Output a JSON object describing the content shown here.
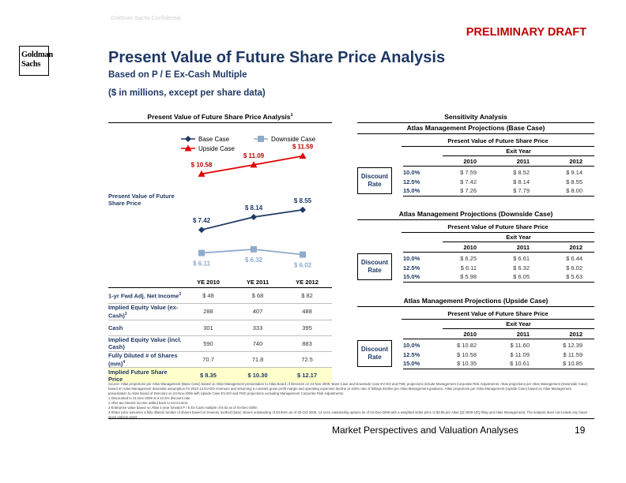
{
  "watermark": "Goldman Sachs Confidential",
  "draft_label": "PRELIMINARY DRAFT",
  "logo": {
    "line1": "Goldman",
    "line2": "Sachs"
  },
  "title": "Present Value of Future Share Price Analysis",
  "subtitle": "Based on P / E Ex-Cash Multiple",
  "units": "($ in millions, except per share data)",
  "left_section": {
    "title": "Present Value of Future Share Price Analysis",
    "title_sup": "1",
    "row_label": "Present Value of Future Share Price"
  },
  "chart_data": {
    "type": "line",
    "categories": [
      "YE 2010",
      "YE 2011",
      "YE 2012"
    ],
    "series": [
      {
        "name": "Base Case",
        "values": [
          7.42,
          8.14,
          8.55
        ],
        "labels": [
          "$ 7.42",
          "$ 8.14",
          "$ 8.55"
        ],
        "color": "#1f3864",
        "marker": "diamond"
      },
      {
        "name": "Downside Case",
        "values": [
          6.11,
          6.32,
          6.02
        ],
        "labels": [
          "$ 6.11",
          "$ 6.32",
          "$ 6.02"
        ],
        "color": "#8eaacb",
        "marker": "square"
      },
      {
        "name": "Upside Case",
        "values": [
          10.58,
          11.09,
          11.59
        ],
        "labels": [
          "$ 10.58",
          "$ 11.09",
          "$ 11.59"
        ],
        "color": "#e00000",
        "marker": "triangle"
      }
    ],
    "grid": false,
    "legend_position": "top"
  },
  "left_table": {
    "years": [
      "YE 2010",
      "YE 2011",
      "YE 2012"
    ],
    "rows": [
      {
        "label": "1-yr Fwd Adj. Net Income",
        "sup": "2",
        "values": [
          "$ 48",
          "$ 68",
          "$ 82"
        ]
      },
      {
        "label": "Implied Equity Value (ex-Cash)",
        "sup": "3",
        "values": [
          "288",
          "407",
          "488"
        ]
      },
      {
        "label": "Cash",
        "sup": "",
        "values": [
          "301",
          "333",
          "395"
        ]
      },
      {
        "label": "Implied Equity Value (incl. Cash)",
        "sup": "",
        "values": [
          "590",
          "740",
          "883"
        ]
      },
      {
        "label": "Fully Diluted # of Shares (mm)",
        "sup": "4",
        "values": [
          "70.7",
          "71.8",
          "72.5"
        ]
      },
      {
        "label": "Implied Future Share Price",
        "sup": "",
        "values": [
          "$ 8.35",
          "$ 10.30",
          "$ 12.17"
        ],
        "highlight": true
      }
    ]
  },
  "sensitivity": {
    "title": "Sensitivity Analysis",
    "pv_label": "Present Value of Future Share Price",
    "exit_label": "Exit Year",
    "discount_label": "Discount Rate",
    "years": [
      "2010",
      "2011",
      "2012"
    ],
    "rates": [
      "10.0%",
      "12.5%",
      "15.0%"
    ],
    "tables": [
      {
        "title": "Atlas Management Projections (Base Case)",
        "values": [
          [
            "$ 7.59",
            "$ 8.52",
            "$ 9.14"
          ],
          [
            "$ 7.42",
            "$ 8.14",
            "$ 8.55"
          ],
          [
            "$ 7.26",
            "$ 7.79",
            "$ 8.00"
          ]
        ]
      },
      {
        "title": "Atlas Management Projections (Downside Case)",
        "values": [
          [
            "$ 6.25",
            "$ 6.61",
            "$ 6.44"
          ],
          [
            "$ 6.11",
            "$ 6.32",
            "$ 6.02"
          ],
          [
            "$ 5.98",
            "$ 6.05",
            "$ 5.63"
          ]
        ]
      },
      {
        "title": "Atlas Management Projections (Upside Case)",
        "values": [
          [
            "$ 10.82",
            "$ 11.60",
            "$ 12.39"
          ],
          [
            "$ 10.58",
            "$ 11.09",
            "$ 11.59"
          ],
          [
            "$ 10.35",
            "$ 10.61",
            "$ 10.85"
          ]
        ]
      }
    ]
  },
  "footnotes": [
    "Source: Atlas projections per Atlas Management (Base Case) based on Atlas Management presentation to Atlas Board of Directors on 24-Nov-2009. Base Case and Downside Case EV-DO and FMC projections include Management Corporate Risk Adjustments. Atlas projections per Atlas Management (Downside Case) based on Atlas Management downside assumption for 2010-13 EV-DO revenues and assuming a constant gross profit margin and operating expenses decline at 100% rate of billings decline per Atlas Management guidance. Atlas projections per Atlas Management (Upside Case) based on Atlas Management presentation to Atlas Board of Directors on 24-Nov-2009 with Upside Case EV-DO and FMC projections excluding Management Corporate Risk Adjustments.",
    "1 Discounted to 31-Dec-2009 at a 12.5% discount rate.",
    "2 After tax interest income added back to net income.",
    "3 Enterprise value based on Atlas 1-year forward P / E Ex-Cash multiple of 6.0x as of 04-Dec-2009.",
    "4 Share price assumes a fully diluted number of shares based on treasury method (basic shares outstanding of 63.8mm as of 30-Oct-2009, 14.1mm outstanding options as of 04-Dec-2009 with a weighted strike price of $3.95 per Atlas Q3 2009 10Q filing and Atlas Management). The analysis does not include any future stock options grant."
  ],
  "footer": {
    "text": "Market Perspectives and Valuation Analyses",
    "page": "19"
  }
}
